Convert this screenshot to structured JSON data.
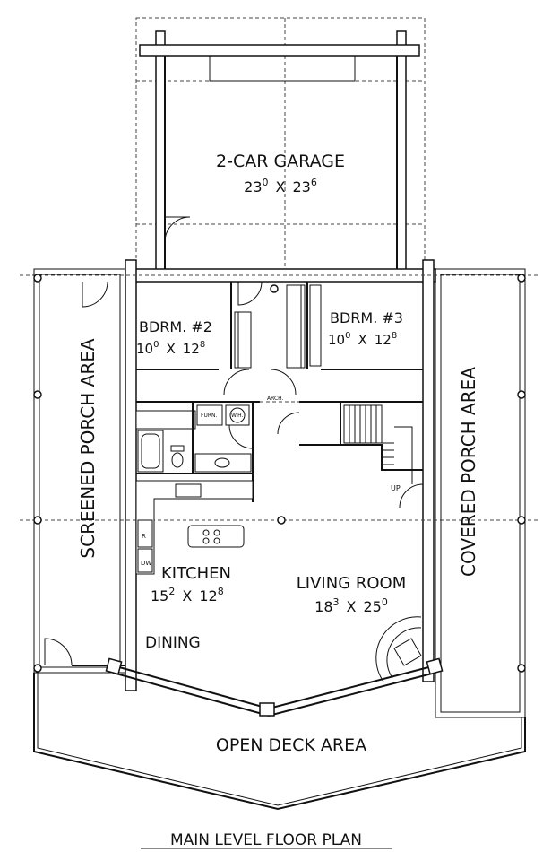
{
  "rooms": {
    "garage": {
      "name": "2-CAR GARAGE",
      "dim_a": "23",
      "dim_a_sup": "0",
      "dim_b": "23",
      "dim_b_sup": "6"
    },
    "bdrm2": {
      "name": "BDRM. #2",
      "dim_a": "10",
      "dim_a_sup": "0",
      "dim_b": "12",
      "dim_b_sup": "8"
    },
    "bdrm3": {
      "name": "BDRM. #3",
      "dim_a": "10",
      "dim_a_sup": "0",
      "dim_b": "12",
      "dim_b_sup": "8"
    },
    "kitchen": {
      "name": "KITCHEN",
      "dim_a": "15",
      "dim_a_sup": "2",
      "dim_b": "12",
      "dim_b_sup": "8"
    },
    "living": {
      "name": "LIVING ROOM",
      "dim_a": "18",
      "dim_a_sup": "3",
      "dim_b": "25",
      "dim_b_sup": "0"
    },
    "dining": {
      "name": "DINING"
    },
    "screened_porch": {
      "name": "SCREENED PORCH AREA"
    },
    "covered_porch": {
      "name": "COVERED PORCH AREA"
    },
    "open_deck": {
      "name": "OPEN DECK AREA"
    }
  },
  "small_labels": {
    "arch": "ARCH.",
    "furn": "FURN.",
    "wh": "W.H.",
    "up": "UP",
    "ref": "R",
    "dw": "DW"
  },
  "plan_title": "MAIN LEVEL FLOOR PLAN",
  "dim_separator": "X"
}
